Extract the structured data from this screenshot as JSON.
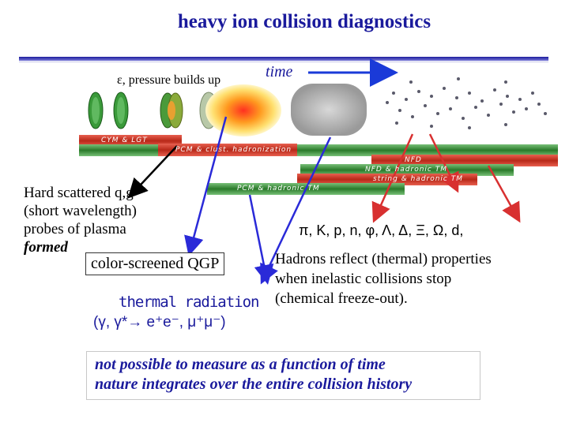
{
  "title": "heavy ion collision diagnostics",
  "eps_label": "ε, pressure builds up",
  "time_label": "time",
  "hard_scattered": {
    "line1": "Hard scattered q,g",
    "line2": "(short wavelength)",
    "line3": "probes of plasma",
    "line4": "formed"
  },
  "qgp_label": "color-screened QGP",
  "thermal_radiation": "thermal radiation",
  "dilepton": "(γ, γ*→ e⁺e⁻, μ⁺μ⁻)",
  "particles": "π, K, p, n, φ, Λ, Δ, Ξ, Ω, d,",
  "hadrons_reflect": {
    "line1": "Hadrons reflect (thermal) properties",
    "line2": "when inelastic collisions stop",
    "line3": "(chemical freeze-out)."
  },
  "not_possible": {
    "line1": "not possible to measure as a function of time",
    "line2": "nature integrates over the entire collision history"
  },
  "bands": [
    {
      "label": "CYM & LGT"
    },
    {
      "label": "PCM & clust. hadronization"
    },
    {
      "label": "NFD"
    },
    {
      "label": "NFD & hadronic TM"
    },
    {
      "label": "string & hadronic TM"
    },
    {
      "label": "PCM & hadronic TM"
    }
  ],
  "colors": {
    "title": "#1a1a9c",
    "arrow_black": "#000000",
    "arrow_blue": "#2a2ad8",
    "arrow_red": "#d83030",
    "band_red": "#c83228",
    "band_green": "#3a8a3a"
  }
}
